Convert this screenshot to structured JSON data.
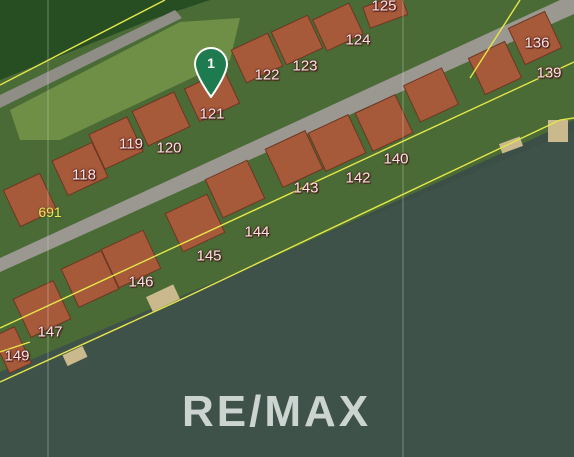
{
  "map": {
    "marker": {
      "number": "1",
      "color": "#1e7a4f"
    },
    "plot_numbers": [
      "125",
      "124",
      "123",
      "122",
      "121",
      "119",
      "120",
      "118",
      "136",
      "139",
      "140",
      "142",
      "143",
      "144",
      "145",
      "146",
      "147",
      "149"
    ],
    "parcel_label": "691",
    "watermark": "RE/MAX",
    "colors": {
      "boundary_line": "#e4e64a",
      "roof": "#a65a3a",
      "water": "#3b4f46",
      "grass": "#3f6a2f",
      "road": "#8e8d86"
    }
  }
}
